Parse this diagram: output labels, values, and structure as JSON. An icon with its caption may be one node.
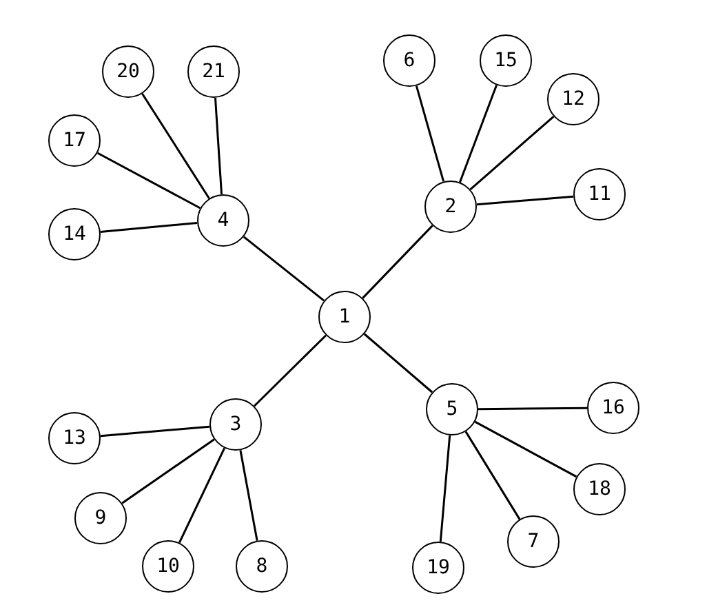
{
  "diagram": {
    "nodes": [
      {
        "text": [
          "1"
        ]
      },
      {
        "text": [
          "2"
        ]
      },
      {
        "text": [
          "3"
        ]
      },
      {
        "text": [
          "4"
        ]
      },
      {
        "text": [
          "5"
        ]
      },
      {
        "text": [
          "6"
        ]
      },
      {
        "text": [
          "7"
        ]
      },
      {
        "text": [
          "8"
        ]
      },
      {
        "text": [
          "9"
        ]
      },
      {
        "text": [
          "10"
        ]
      },
      {
        "text": [
          "11"
        ]
      },
      {
        "text": [
          "12"
        ]
      },
      {
        "text": [
          "13"
        ]
      },
      {
        "text": [
          "14"
        ]
      },
      {
        "text": [
          "15"
        ]
      },
      {
        "text": [
          "16"
        ]
      },
      {
        "text": [
          "17"
        ]
      },
      {
        "text": [
          "18"
        ]
      },
      {
        "text": [
          "19"
        ]
      },
      {
        "text": [
          "20"
        ]
      },
      {
        "text": [
          "21"
        ]
      }
    ],
    "edges": [
      {
        "from": 0,
        "to": 1,
        "arrow": "none"
      },
      {
        "from": 0,
        "to": 3,
        "arrow": "none"
      },
      {
        "from": 0,
        "to": 2,
        "arrow": "none"
      },
      {
        "from": 0,
        "to": 4,
        "arrow": "none"
      },
      {
        "from": 3,
        "to": 19,
        "arrow": "none"
      },
      {
        "from": 3,
        "to": 20,
        "arrow": "none"
      },
      {
        "from": 3,
        "to": 16,
        "arrow": "none"
      },
      {
        "from": 3,
        "to": 13,
        "arrow": "none"
      },
      {
        "from": 1,
        "to": 5,
        "arrow": "none"
      },
      {
        "from": 1,
        "to": 14,
        "arrow": "none"
      },
      {
        "from": 1,
        "to": 11,
        "arrow": "none"
      },
      {
        "from": 1,
        "to": 10,
        "arrow": "none"
      },
      {
        "from": 4,
        "to": 15,
        "arrow": "none"
      },
      {
        "from": 4,
        "to": 17,
        "arrow": "none"
      },
      {
        "from": 4,
        "to": 6,
        "arrow": "none"
      },
      {
        "from": 4,
        "to": 18,
        "arrow": "none"
      },
      {
        "from": 2,
        "to": 12,
        "arrow": "none"
      },
      {
        "from": 2,
        "to": 8,
        "arrow": "none"
      },
      {
        "from": 2,
        "to": 9,
        "arrow": "none"
      },
      {
        "from": 2,
        "to": 7,
        "arrow": "none"
      }
    ]
  }
}
